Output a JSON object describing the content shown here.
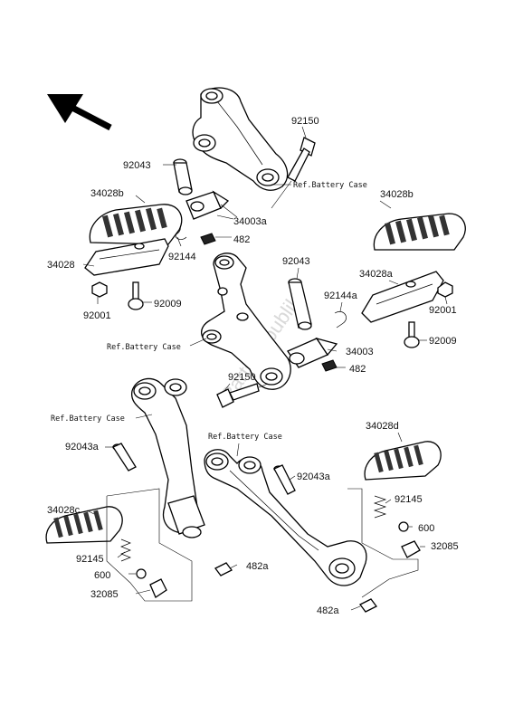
{
  "labels": {
    "p92150_top": "92150",
    "p92043_top": "92043",
    "p34028b_left": "34028b",
    "ref_battery_top": "Ref.Battery Case",
    "p34003a": "34003a",
    "p92144": "92144",
    "p482_top": "482",
    "p34028_left": "34028",
    "p92009_left": "92009",
    "p92001_left": "92001",
    "p34028b_right": "34028b",
    "p92043_mid": "92043",
    "p34028a": "34028a",
    "p92144a": "92144a",
    "p92001_right": "92001",
    "p92009_right": "92009",
    "ref_battery_mid": "Ref.Battery Case",
    "p34003": "34003",
    "p482_mid": "482",
    "p92150_mid": "92150",
    "ref_battery_lower_left": "Ref.Battery Case",
    "ref_battery_lower_right": "Ref.Battery Case",
    "p34028d": "34028d",
    "p92043a_left": "92043a",
    "p92043a_right": "92043a",
    "p92145_right": "92145",
    "p34028c": "34028c",
    "p600_right": "600",
    "p32085_right": "32085",
    "p92145_left": "92145",
    "p482a_mid": "482a",
    "p600_left": "600",
    "p32085_left": "32085",
    "p482a_bottom": "482a"
  },
  "watermark": "PartsRepublik",
  "icons": {
    "direction": "front-arrow-icon"
  }
}
